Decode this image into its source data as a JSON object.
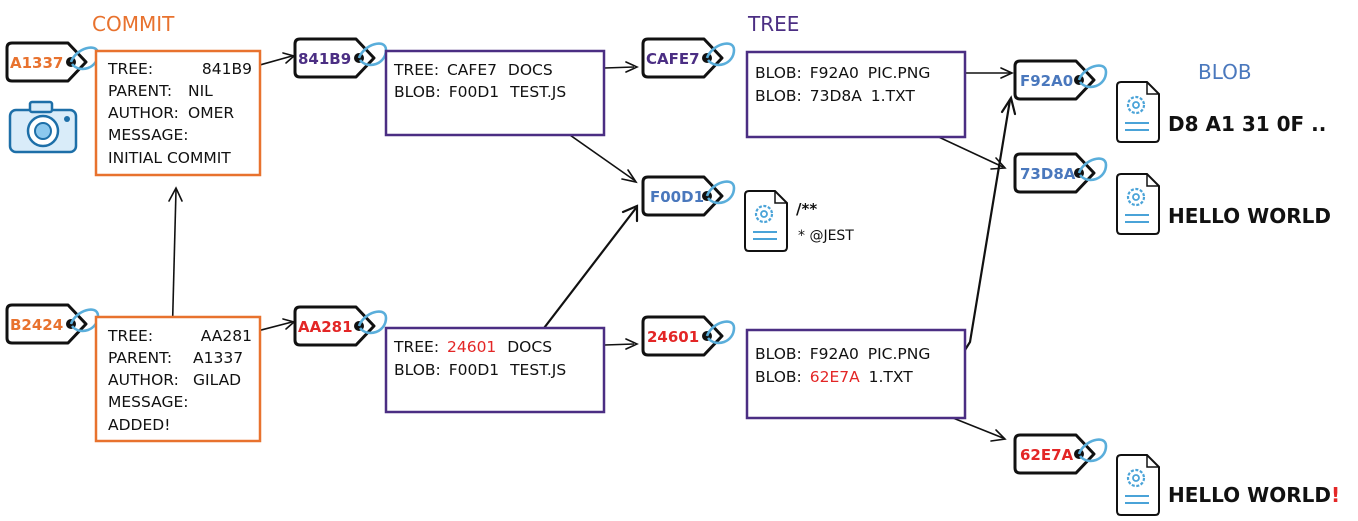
{
  "colors": {
    "commit": "#e8722e",
    "tree": "#4b2e83",
    "blob": "#4a78bd",
    "changed": "#e32626",
    "ink": "#111111",
    "string": "#5aaedb"
  },
  "headers": {
    "commit": "COMMIT",
    "tree": "TREE",
    "blob": "BLOB"
  },
  "icons": {
    "camera": "camera-icon",
    "file": "file-gear-icon"
  },
  "commits": [
    {
      "hash": "A1337",
      "lines": [
        {
          "label": "TREE:",
          "value": "841B9"
        },
        {
          "label": "PARENT:",
          "value": "NIL"
        },
        {
          "label": "AUTHOR:",
          "value": "OMER"
        },
        {
          "label": "MESSAGE:",
          "value": ""
        },
        {
          "label": "INITIAL COMMIT",
          "value": ""
        }
      ]
    },
    {
      "hash": "B2424",
      "lines": [
        {
          "label": "TREE:",
          "value": "AA281"
        },
        {
          "label": "PARENT:",
          "value": "A1337"
        },
        {
          "label": "AUTHOR:",
          "value": "GILAD"
        },
        {
          "label": "MESSAGE:",
          "value": ""
        },
        {
          "label": "ADDED!",
          "value": ""
        }
      ]
    }
  ],
  "root_trees": [
    {
      "hash": "841B9",
      "entries": [
        {
          "kind": "TREE:",
          "hash": "CAFE7",
          "name": "DOCS",
          "changed": false
        },
        {
          "kind": "BLOB:",
          "hash": "F00D1",
          "name": "TEST.JS",
          "changed": false
        }
      ]
    },
    {
      "hash": "AA281",
      "entries": [
        {
          "kind": "TREE:",
          "hash": "24601",
          "name": "DOCS",
          "changed": true
        },
        {
          "kind": "BLOB:",
          "hash": "F00D1",
          "name": "TEST.JS",
          "changed": false
        }
      ]
    }
  ],
  "doc_trees": [
    {
      "hash": "CAFE7",
      "entries": [
        {
          "kind": "BLOB:",
          "hash": "F92A0",
          "name": "PIC.PNG",
          "changed": false
        },
        {
          "kind": "BLOB:",
          "hash": "73D8A",
          "name": "1.TXT",
          "changed": false
        }
      ]
    },
    {
      "hash": "24601",
      "entries": [
        {
          "kind": "BLOB:",
          "hash": "F92A0",
          "name": "PIC.PNG",
          "changed": false
        },
        {
          "kind": "BLOB:",
          "hash": "62E7A",
          "name": "1.TXT",
          "changed": true
        }
      ]
    }
  ],
  "blobs": {
    "test_js": {
      "hash": "F00D1",
      "content_line1": "/**",
      "content_line2": "* @JEST"
    },
    "pic": {
      "hash": "F92A0",
      "content": "D8 A1 31 0F .."
    },
    "txt_old": {
      "hash": "73D8A",
      "content": "HELLO WORLD"
    },
    "txt_new": {
      "hash": "62E7A",
      "content": "HELLO WORLD",
      "suffix": "!"
    }
  }
}
